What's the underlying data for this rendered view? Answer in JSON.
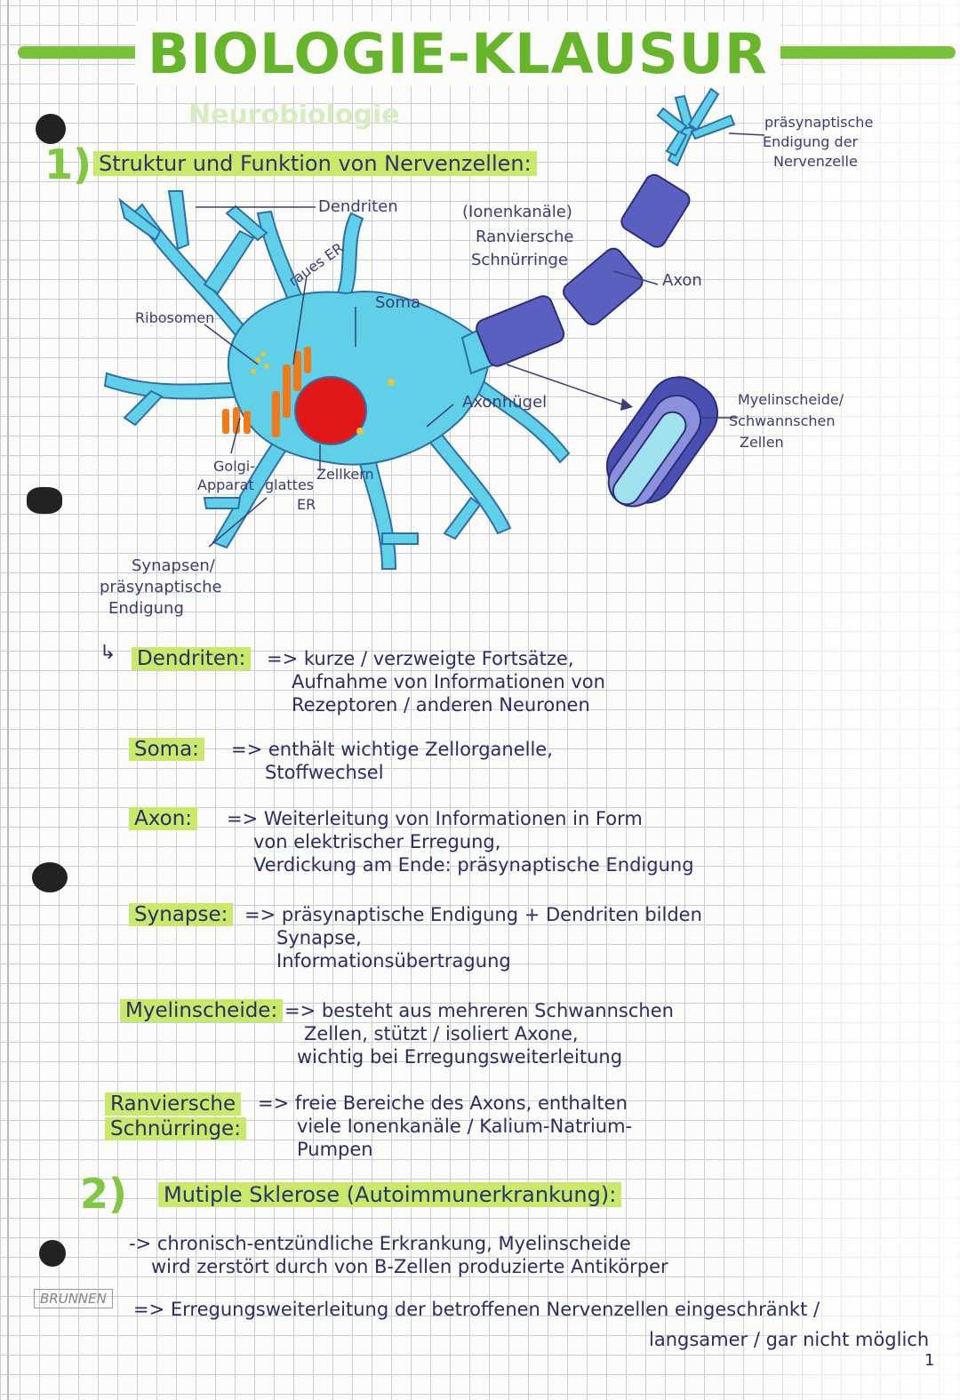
{
  "header": {
    "title": "BIOLOGIE-KLAUSUR",
    "subtitle": "Neurobiologie"
  },
  "section1": {
    "number": "1)",
    "heading": "Struktur und Funktion von Nervenzellen:"
  },
  "diagram_labels": {
    "dendriten": "Dendriten",
    "ionenkanaele": "(Ionenkanäle)",
    "ranviersche": "Ranviersche",
    "schnuerringe": "Schnürringe",
    "praesyn1": "präsynaptische",
    "praesyn2": "Endigung der",
    "praesyn3": "Nervenzelle",
    "axon": "Axon",
    "raues_er": "raues ER",
    "soma": "Soma",
    "ribosomen": "Ribosomen",
    "axonhuegel": "Axonhügel",
    "myelin1": "Myelinscheide/",
    "myelin2": "Schwannschen",
    "myelin3": "Zellen",
    "golgi1": "Golgi-",
    "golgi2": "Apparat",
    "glattes_er1": "glattes",
    "glattes_er2": "ER",
    "zellkern": "Zellkern",
    "synapsen1": "Synapsen/",
    "synapsen2": "präsynaptische",
    "synapsen3": "Endigung"
  },
  "definitions": [
    {
      "term": "Dendriten:",
      "lines": [
        "=> kurze / verzweigte Fortsätze,",
        "Aufnahme von Informationen von",
        "Rezeptoren / anderen Neuronen"
      ]
    },
    {
      "term": "Soma:",
      "lines": [
        "=> enthält wichtige Zellorganelle,",
        "Stoffwechsel"
      ]
    },
    {
      "term": "Axon:",
      "lines": [
        "=> Weiterleitung von Informationen in Form",
        "von elektrischer Erregung,",
        "Verdickung am Ende: präsynaptische Endigung"
      ]
    },
    {
      "term": "Synapse:",
      "lines": [
        "=> präsynaptische Endigung + Dendriten bilden",
        "Synapse,",
        "Informationsübertragung"
      ]
    },
    {
      "term": "Myelinscheide:",
      "lines": [
        "=> besteht aus mehreren Schwannschen",
        "Zellen, stützt / isoliert Axone,",
        "wichtig bei Erregungsweiterleitung"
      ]
    },
    {
      "term_line1": "Ranviersche",
      "term_line2": "Schnürringe:",
      "lines": [
        "=> freie Bereiche des Axons, enthalten",
        "viele Ionenkanäle / Kalium-Natrium-",
        "Pumpen"
      ]
    }
  ],
  "section2": {
    "number": "2)",
    "heading": "Mutiple Sklerose (Autoimmunerkrankung):",
    "line1": "-> chronisch-entzündliche Erkrankung, Myelinscheide",
    "line2": "wird zerstört durch von B-Zellen produzierte Antikörper",
    "line3": "=> Erregungsweiterleitung der betroffenen Nervenzellen eingeschränkt /",
    "line4": "langsamer / gar nicht möglich"
  },
  "footer": {
    "brand": "BRUNNEN",
    "page_number": "1"
  },
  "colors": {
    "title_green": "#66b52a",
    "highlight": "#c8e96a",
    "neuron_cyan": "#5fd0e8",
    "myelin_purple": "#5a5fc0",
    "nucleus_red": "#e01818",
    "organelle_orange": "#f07a1a",
    "ink": "#2d3268"
  }
}
